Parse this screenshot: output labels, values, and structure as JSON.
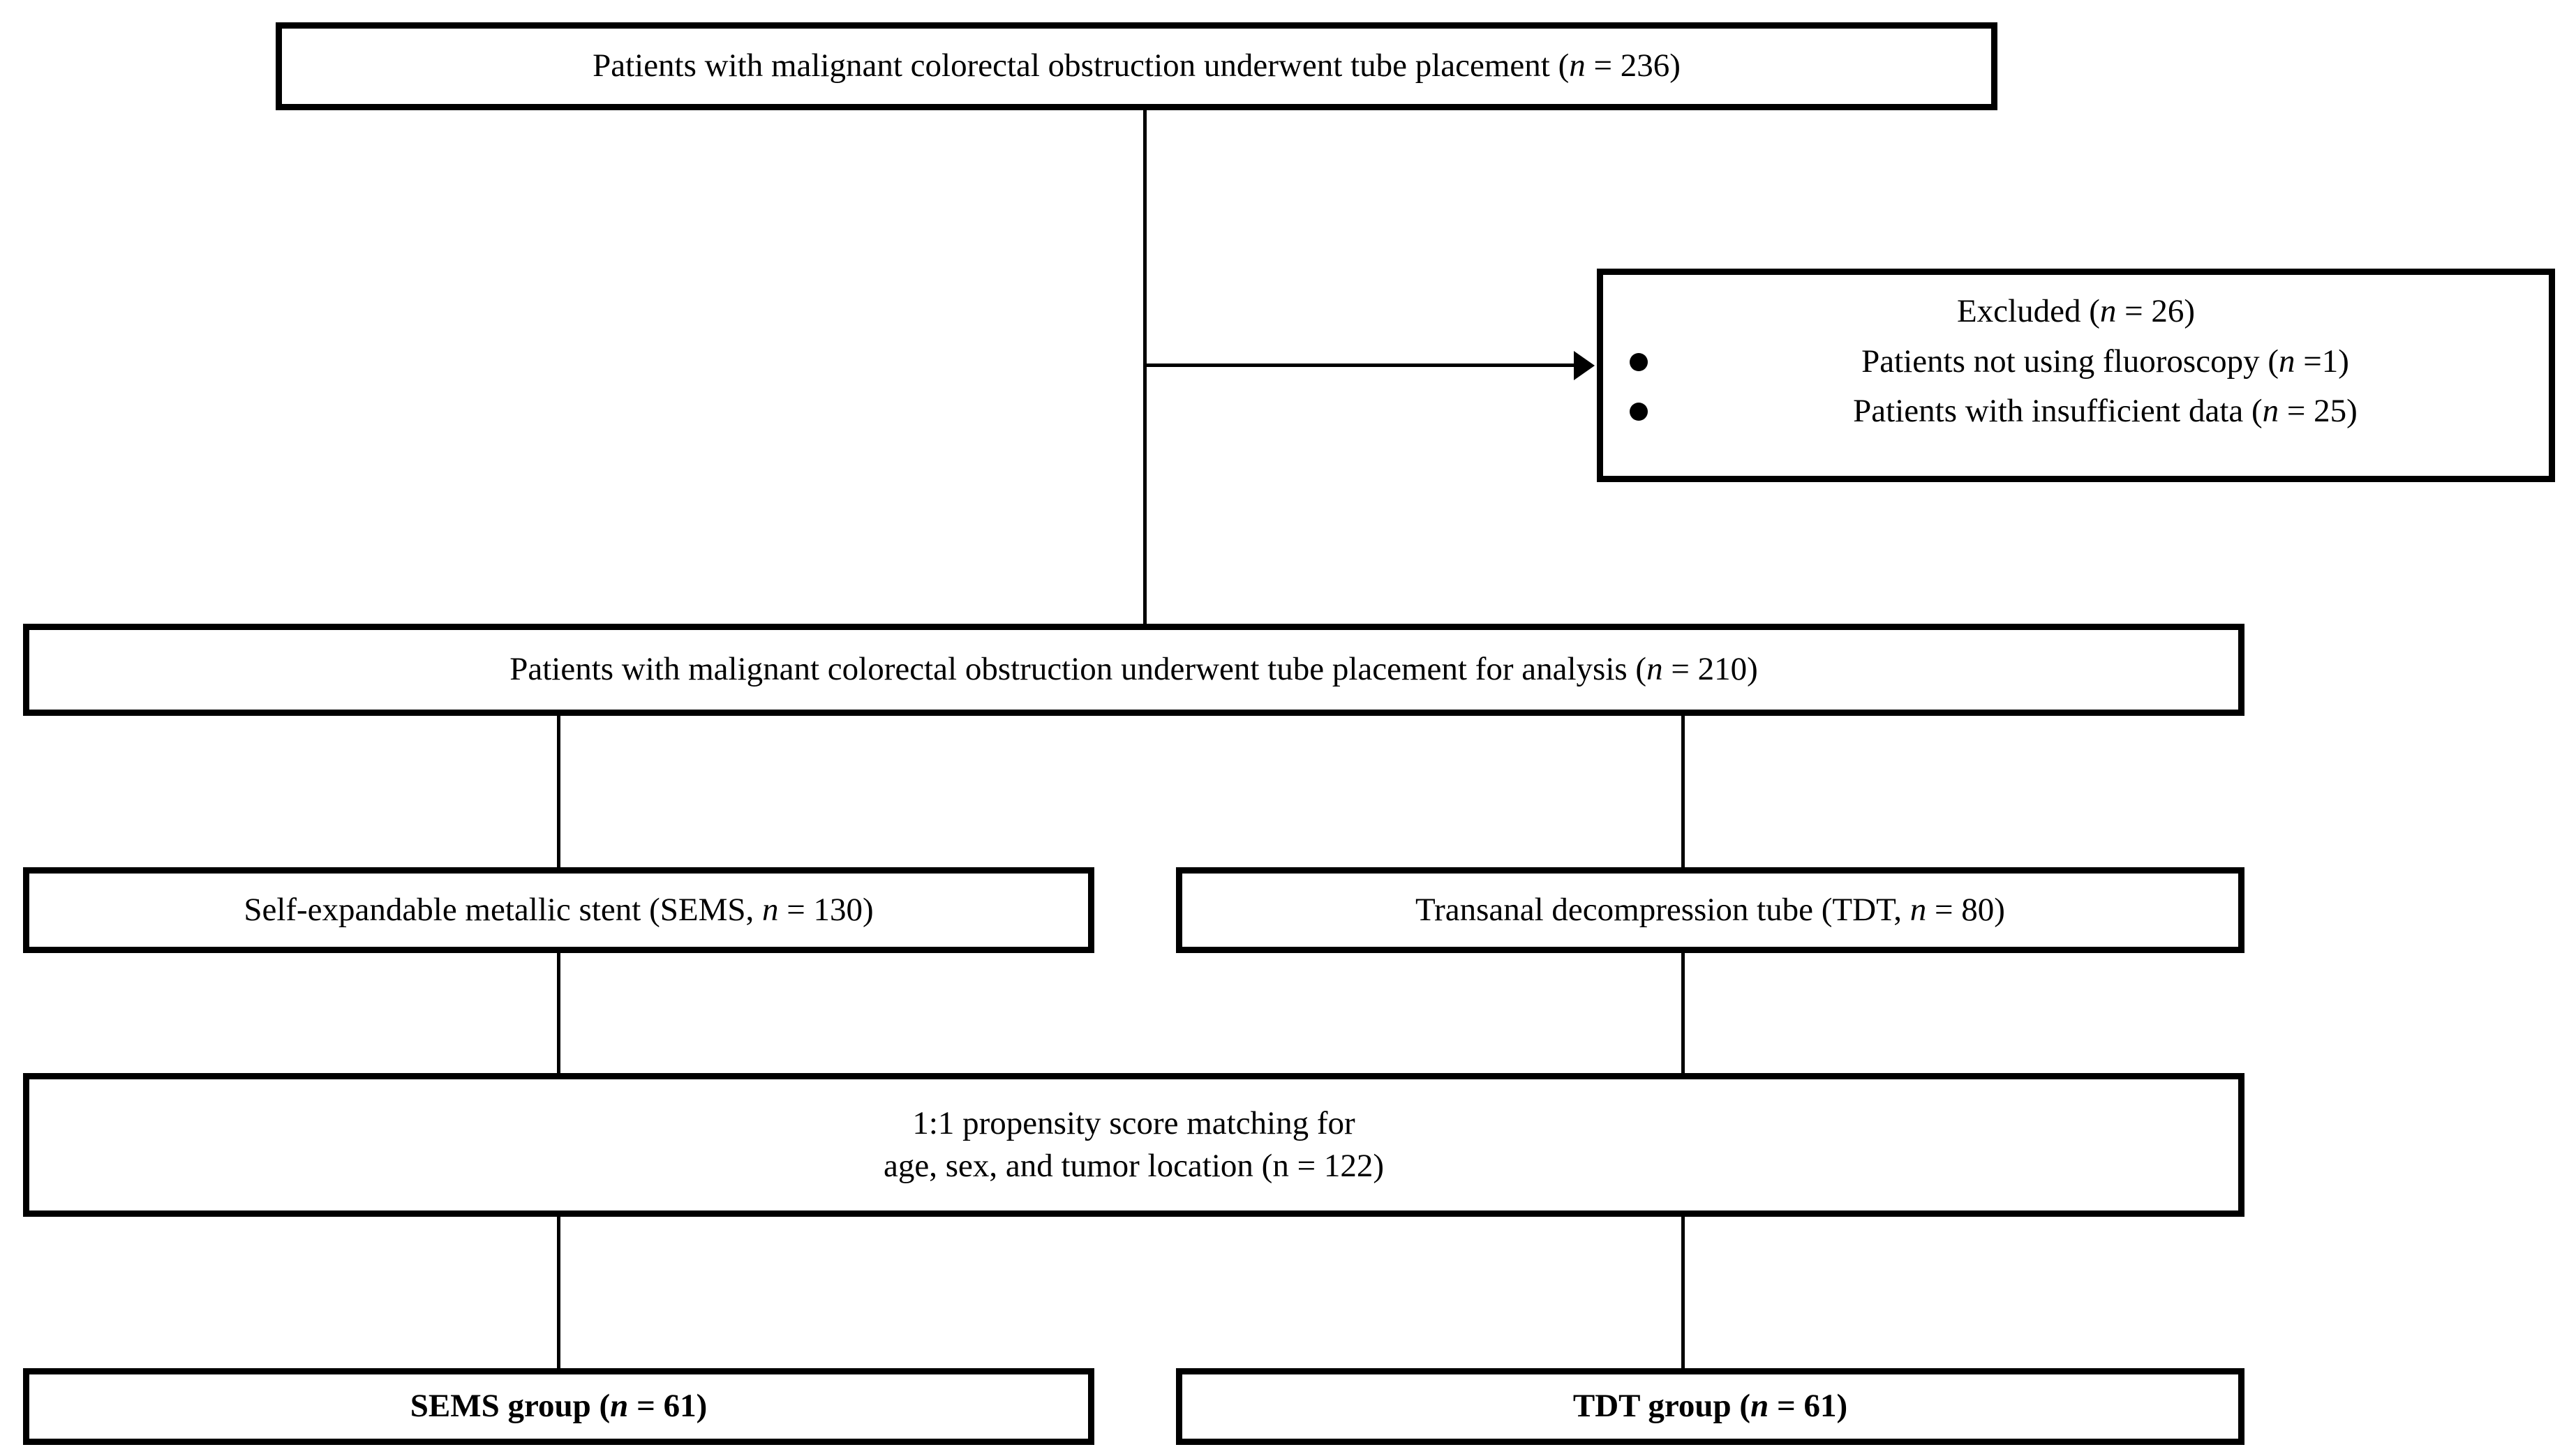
{
  "diagram": {
    "title": "Patient flow diagram",
    "line_color": "#000000",
    "box_border_color": "#000000",
    "background_color": "#ffffff"
  },
  "nodes": {
    "enrolled": {
      "text": "Patients with malignant colorectal obstruction underwent tube placement (n = 236)",
      "prefix": "Patients with malignant colorectal obstruction underwent tube placement (",
      "var": "n",
      "suffix": " = 236)",
      "n": 236
    },
    "excluded": {
      "headline_prefix": "Excluded (",
      "headline_var": "n",
      "headline_suffix": " = 26)",
      "headline": "Excluded (n = 26)",
      "n": 26,
      "items": [
        {
          "text": "Patients not using fluoroscopy (n =1)",
          "prefix": "Patients not using fluoroscopy (",
          "var": "n",
          "suffix": " =1)",
          "n": 1
        },
        {
          "text": "Patients with insufficient data (n = 25)",
          "prefix": "Patients with insufficient data (",
          "var": "n",
          "suffix": " = 25)",
          "n": 25
        }
      ]
    },
    "analysis": {
      "text": "Patients with malignant colorectal obstruction underwent tube placement for analysis (n = 210)",
      "prefix": "Patients with malignant colorectal obstruction underwent tube placement for analysis (",
      "var": "n",
      "suffix": " = 210)",
      "n": 210
    },
    "sems_arm": {
      "text": "Self-expandable metallic stent (SEMS, n = 130)",
      "prefix": "Self-expandable metallic stent (SEMS, ",
      "var": "n",
      "suffix": " = 130)",
      "n": 130
    },
    "tdt_arm": {
      "text": "Transanal decompression tube  (TDT, n = 80)",
      "prefix": "Transanal decompression tube  (TDT, ",
      "var": "n",
      "suffix": " = 80)",
      "n": 80
    },
    "matching": {
      "line1": "1:1 propensity score matching for",
      "line2": "age, sex, and tumor location (n = 122)",
      "n": 122
    },
    "sems_group": {
      "text": "SEMS group (n = 61)",
      "prefix": "SEMS group (",
      "var": "n",
      "suffix": " = 61)",
      "n": 61
    },
    "tdt_group": {
      "text": "TDT group  (n = 61)",
      "prefix": "TDT group  (",
      "var": "n",
      "suffix": " = 61)",
      "n": 61
    }
  },
  "chart_data": {
    "type": "diagram",
    "title": "Patient flow diagram",
    "stages": [
      {
        "label": "Patients with malignant colorectal obstruction underwent tube placement",
        "n": 236
      },
      {
        "label": "Excluded",
        "n": 26
      },
      {
        "label": "Patients not using fluoroscopy",
        "n": 1
      },
      {
        "label": "Patients with insufficient data",
        "n": 25
      },
      {
        "label": "Patients with malignant colorectal obstruction underwent tube placement for analysis",
        "n": 210
      },
      {
        "label": "Self-expandable metallic stent (SEMS)",
        "n": 130
      },
      {
        "label": "Transanal decompression tube (TDT)",
        "n": 80
      },
      {
        "label": "1:1 propensity score matching for age, sex, and tumor location",
        "n": 122
      },
      {
        "label": "SEMS group",
        "n": 61
      },
      {
        "label": "TDT group",
        "n": 61
      }
    ]
  }
}
